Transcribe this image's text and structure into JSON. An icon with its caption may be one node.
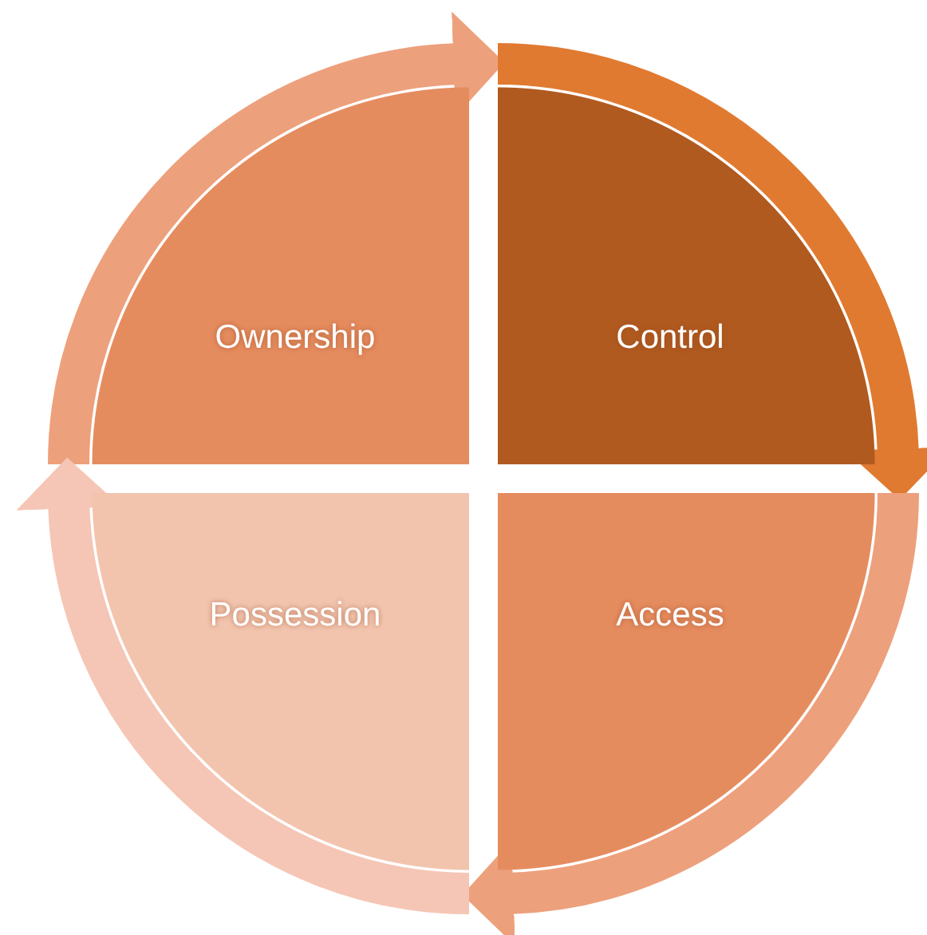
{
  "diagram": {
    "nodes": [
      {
        "text": [
          "Ownership"
        ]
      },
      {
        "text": [
          "Control"
        ]
      },
      {
        "text": [
          "Access"
        ]
      },
      {
        "text": [
          "Possession"
        ]
      }
    ],
    "edges": [
      {
        "from": 0,
        "to": 1,
        "arrow": "to",
        "color": "#eda07c"
      },
      {
        "from": 1,
        "to": 2,
        "arrow": "to",
        "color": "#e07a30"
      },
      {
        "from": 2,
        "to": 3,
        "arrow": "to",
        "color": "#eda07c"
      },
      {
        "from": 3,
        "to": 0,
        "arrow": "to",
        "color": "#f5c6b5"
      }
    ]
  }
}
